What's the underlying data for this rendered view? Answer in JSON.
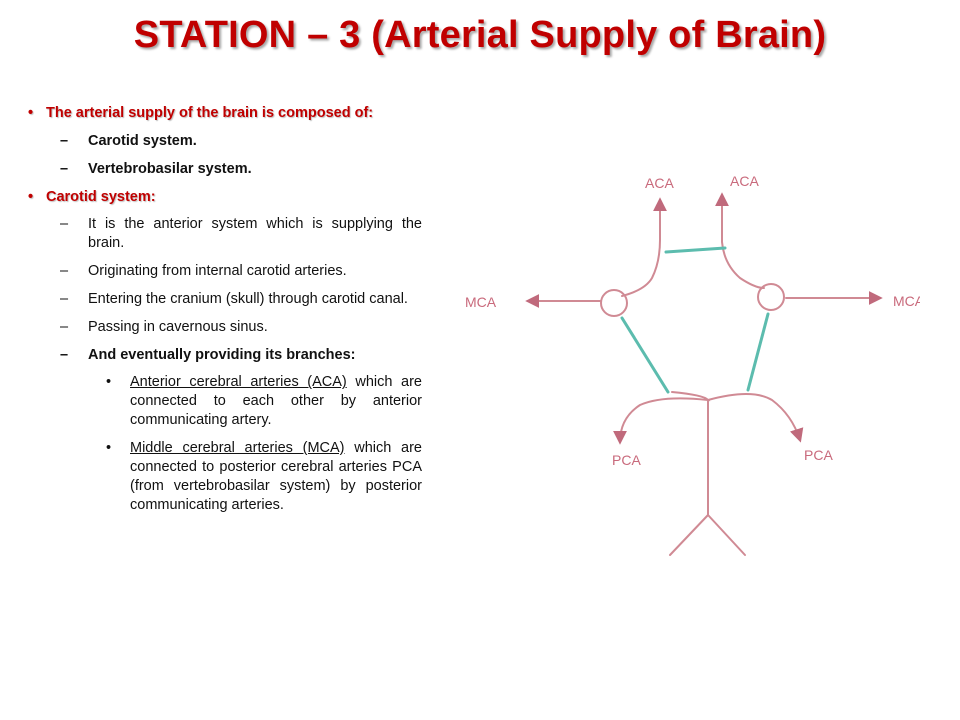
{
  "title": "STATION – 3 (Arterial Supply of Brain)",
  "colors": {
    "title": "#c00000",
    "artery": "#d08a94",
    "communicating": "#5cbcae",
    "label": "#c96a7c"
  },
  "content": {
    "intro": "The arterial supply of the brain is composed of:",
    "intro_items": [
      "Carotid system.",
      "Vertebrobasilar system."
    ],
    "carotid_heading": "Carotid system:",
    "carotid_items": [
      "It is the anterior system which is supplying the brain.",
      "Originating from internal carotid arteries.",
      "Entering the cranium (skull) through carotid canal.",
      "Passing in cavernous sinus.",
      "And eventually providing its branches:"
    ],
    "branches": [
      {
        "underlined": "Anterior cerebral arteries (ACA)",
        "rest": " which are connected to each other by anterior communicating artery."
      },
      {
        "underlined": "Middle cerebral arteries (MCA)",
        "rest": " which are connected to posterior cerebral arteries PCA (from vertebrobasilar system) by posterior communicating arteries."
      }
    ],
    "bullet": "•",
    "dash": "–"
  },
  "diagram": {
    "labels": {
      "aca_left": "ACA",
      "aca_right": "ACA",
      "mca_left": "MCA",
      "mca_right": "MCA",
      "pca_left": "PCA",
      "pca_right": "PCA"
    }
  }
}
